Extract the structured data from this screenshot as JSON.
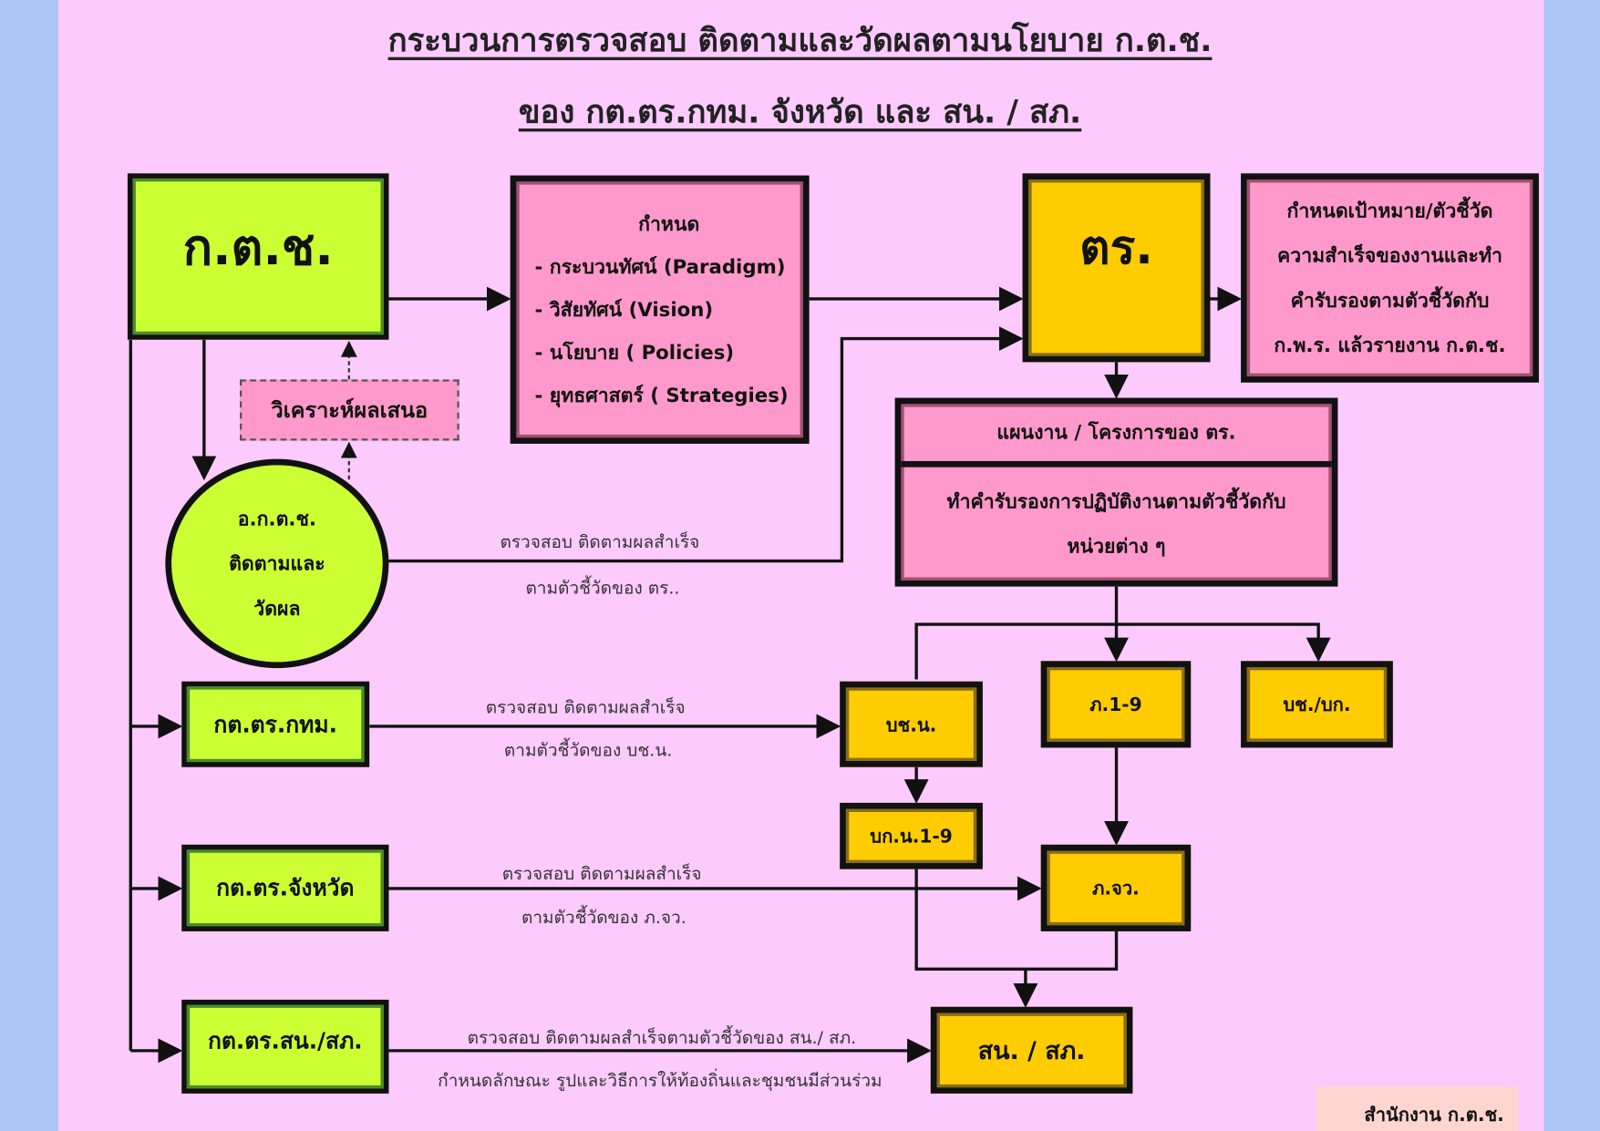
{
  "title": {
    "line1": "กระบวนการตรวจสอบ ติดตามและวัดผลตามนโยบาย ก.ต.ช.",
    "line2": "ของ กต.ตร.กทม. จังหวัด และ สน. / สภ."
  },
  "nodes": {
    "ktch": "ก.ต.ช.",
    "define": {
      "heading": "กำหนด",
      "items": [
        "- กระบวนทัศน์ (Paradigm)",
        "- วิสัยทัศน์ (Vision)",
        "- นโยบาย ( Policies)",
        "- ยุทธศาสตร์ ( Strategies)"
      ]
    },
    "police": "ตร.",
    "goals": [
      "กำหนดเป้าหมาย/ตัวชี้วัด",
      "ความสำเร็จของงานและทำ",
      "คำรับรองตามตัวชี้วัดกับ",
      "ก.พ.ร. แล้วรายงาน ก.ต.ช."
    ],
    "analyze": "วิเคราะห์ผลเสนอ",
    "subcommittee": [
      "อ.ก.ต.ช.",
      "ติดตามและ",
      "วัดผล"
    ],
    "plan_header": "แผนงาน / โครงการของ ตร.",
    "plan_body": [
      "ทำคำรับรองการปฏิบัติงานตามตัวชี้วัดกับ",
      "หน่วยต่าง ๆ"
    ],
    "bkk": "กต.ตร.กทม.",
    "province": "กต.ตร.จังหวัด",
    "station": "กต.ตร.สน./สภ.",
    "mpb": "บช.น.",
    "region": "ภ.1-9",
    "bureau": "บช./บก.",
    "mpd": "บก.น.1-9",
    "prov_police": "ภ.จว.",
    "stations": "สน. / สภ.",
    "office": "สำนักงาน ก.ต.ช."
  },
  "labels": {
    "l1a": "ตรวจสอบ ติดตามผลสำเร็จ",
    "l1b": "ตามตัวชี้วัดของ ตร..",
    "l2a": "ตรวจสอบ ติดตามผลสำเร็จ",
    "l2b": "ตามตัวชี้วัดของ บช.น.",
    "l3a": "ตรวจสอบ ติดตามผลสำเร็จ",
    "l3b": "ตามตัวชี้วัดของ ภ.จว.",
    "l4a": "ตรวจสอบ ติดตามผลสำเร็จตามตัวชี้วัดของ สน./ สภ.",
    "l4b": "กำหนดลักษณะ รูปและวิธีการให้ท้องถิ่นและชุมชนมีส่วนร่วม"
  },
  "colors": {
    "green": "#ccff33",
    "yellow": "#ffcc00",
    "pink": "#ff99cc",
    "background": "#fdcafd"
  }
}
